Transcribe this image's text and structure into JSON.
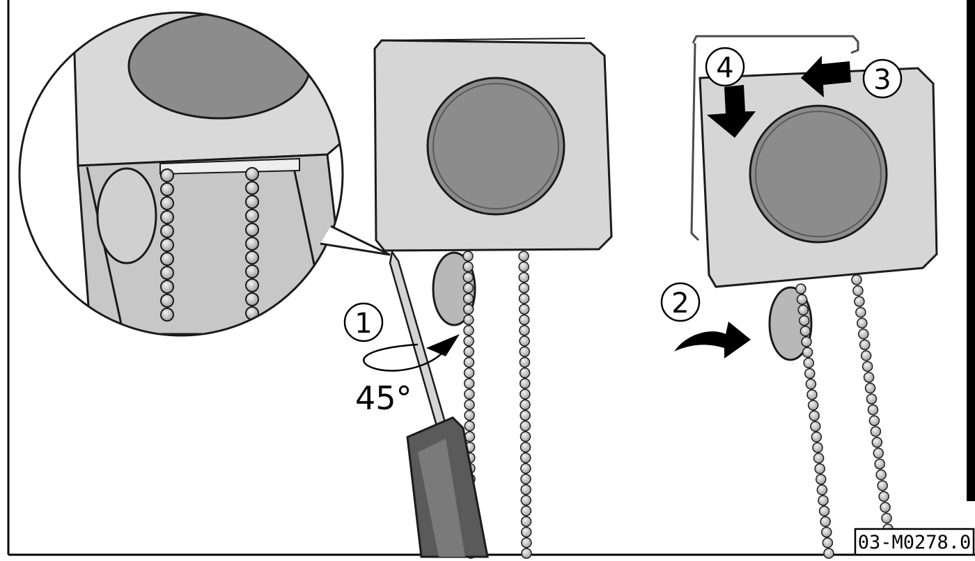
{
  "steps": [
    {
      "number": "1"
    },
    {
      "number": "2"
    },
    {
      "number": "3"
    },
    {
      "number": "4"
    }
  ],
  "angle_label": "45°",
  "reference_code": "03-M0278.0",
  "colors": {
    "housing": "#d6d6d6",
    "knob": "#8c8c8c",
    "chain": "#c4c4c4",
    "outline": "#1a1a1a",
    "handle": "#5a5a5a"
  }
}
